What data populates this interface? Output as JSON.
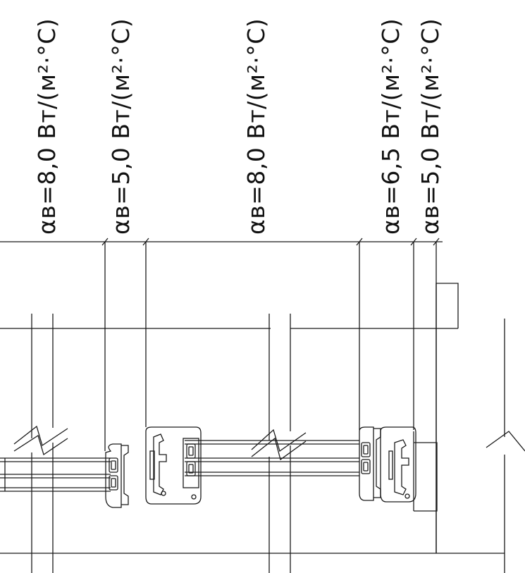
{
  "coefficients": [
    {
      "text": "αв=8,0 Вт/(м²·°С)"
    },
    {
      "text": "αв=5,0 Вт/(м²·°С)"
    },
    {
      "text": "αв=8,0 Вт/(м²·°С)"
    },
    {
      "text": "αв=6,5 Вт/(м²·°С)"
    },
    {
      "text": "αв=5,0 Вт/(м²·°С)"
    }
  ],
  "colors": {
    "line": "#1a1a1a",
    "background": "#ffffff"
  }
}
